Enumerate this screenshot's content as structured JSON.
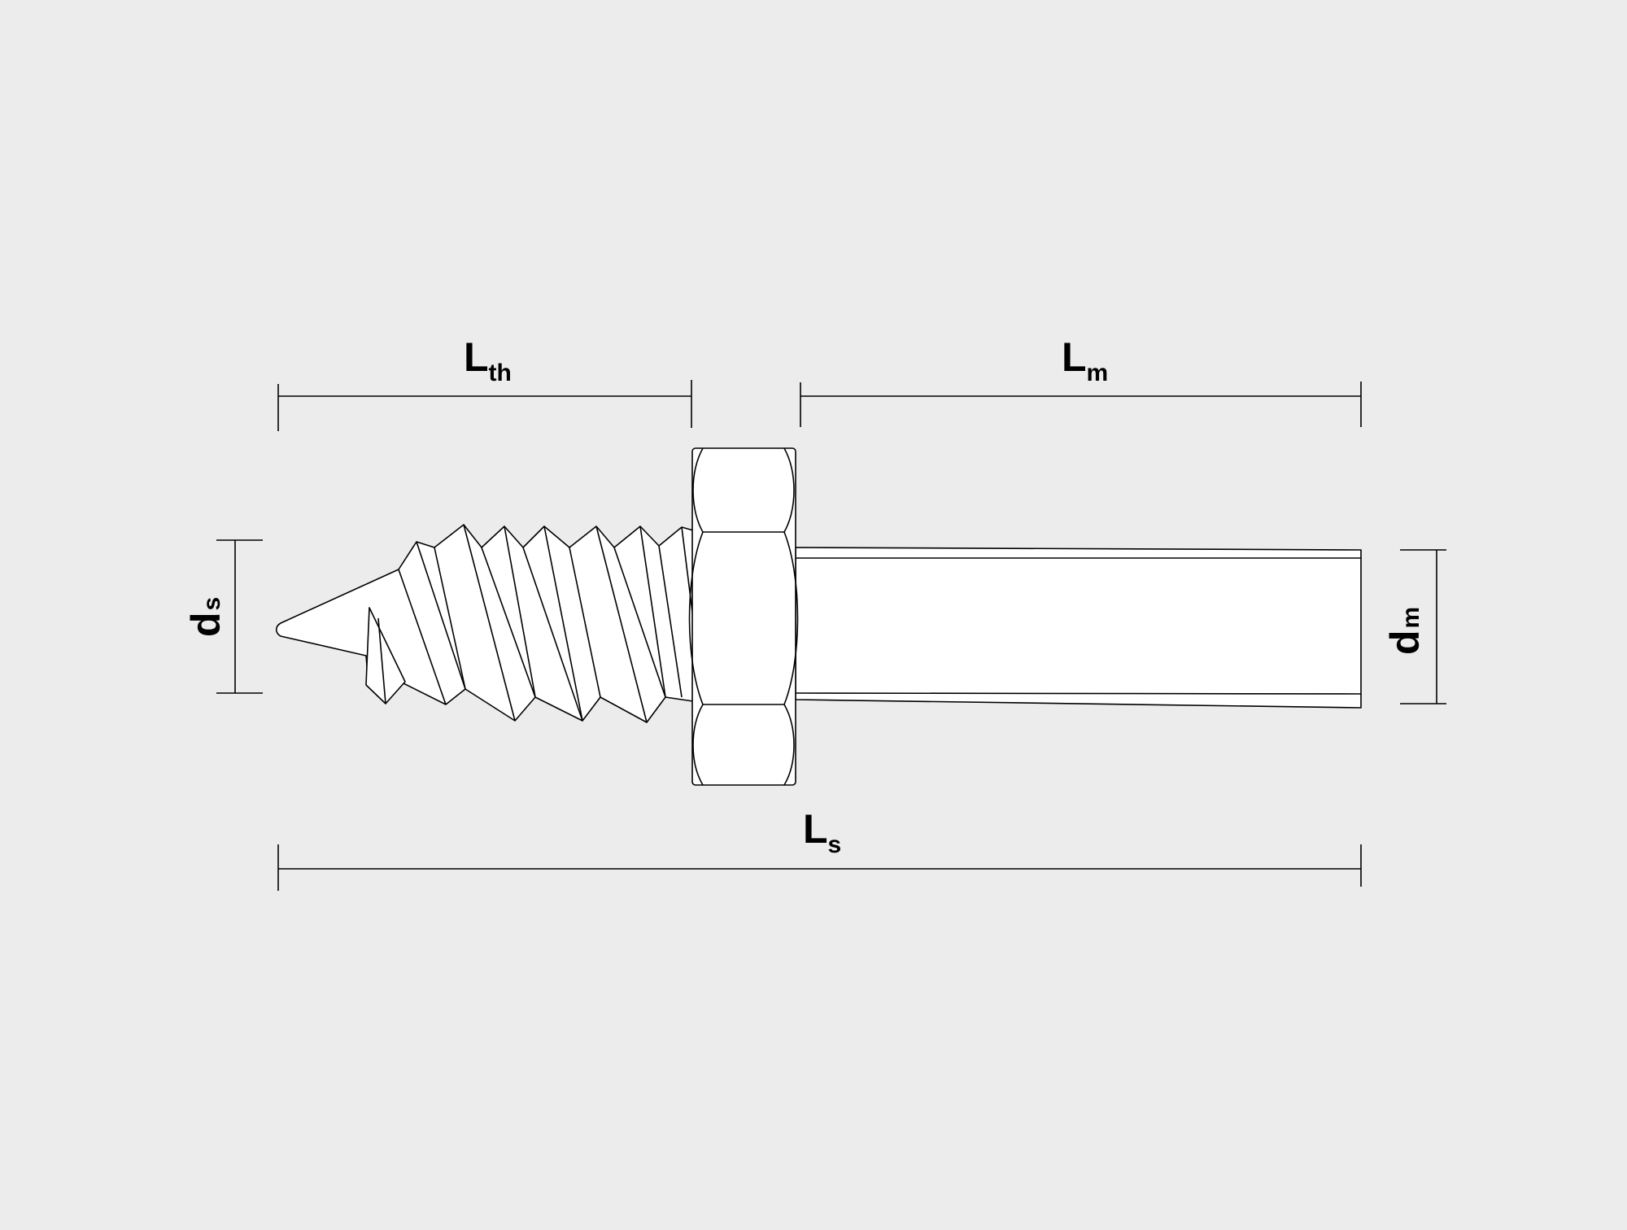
{
  "labels": {
    "thread_length": {
      "main": "L",
      "sub": "th"
    },
    "metric_length": {
      "main": "L",
      "sub": "m"
    },
    "screw_length": {
      "main": "L",
      "sub": "s"
    },
    "screw_diameter": {
      "main": "d",
      "sub": "s"
    },
    "metric_diameter": {
      "main": "d",
      "sub": "m"
    }
  },
  "colors": {
    "background": "#ececec",
    "line": "#000000",
    "fill": "#ffffff"
  }
}
